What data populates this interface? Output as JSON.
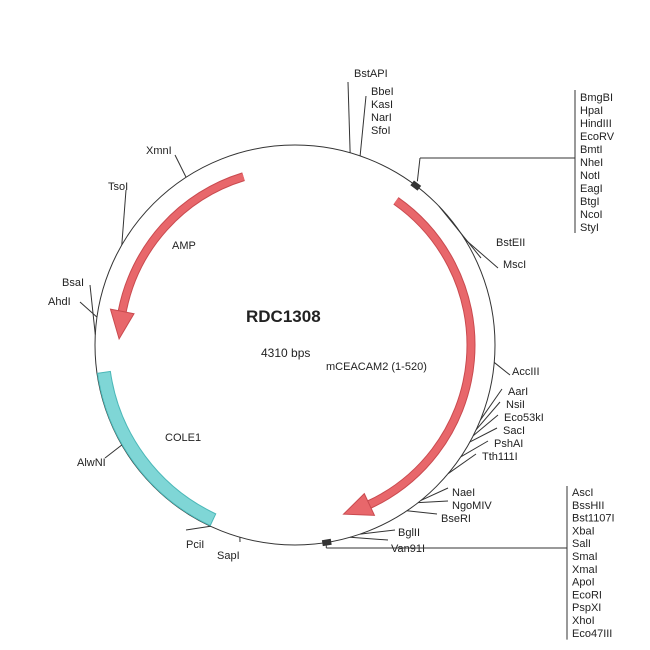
{
  "plasmid": {
    "name": "RDC1308",
    "size": "4310 bps"
  },
  "features": {
    "amp": "AMP",
    "insert": "mCEACAM2 (1-520)",
    "ori": "COLE1"
  },
  "colors": {
    "arrow": "#e8676b",
    "arrow_stroke": "#c94a4f",
    "ori": "#7fd6d6",
    "ori_stroke": "#4bb8b8",
    "line": "#333333"
  },
  "sites": {
    "single": [
      "BstAPI",
      "BstEII",
      "MscI",
      "AccIII",
      "PciI",
      "SapI",
      "AlwNI",
      "BsaI",
      "AhdI",
      "TsoI",
      "XmnI"
    ],
    "top_group": [
      "BbeI",
      "KasI",
      "NarI",
      "SfoI"
    ],
    "right_group": [
      "AarI",
      "NsiI",
      "Eco53kI",
      "SacI",
      "PshAI",
      "Tth111I"
    ],
    "nae_group": [
      "NaeI",
      "NgoMIV",
      "BseRI"
    ],
    "bgl_group": [
      "BglII",
      "Van91I"
    ],
    "mcs1": [
      "BmgBI",
      "HpaI",
      "HindIII",
      "EcoRV",
      "BmtI",
      "NheI",
      "NotI",
      "EagI",
      "BtgI",
      "NcoI",
      "StyI"
    ],
    "mcs2": [
      "AscI",
      "BssHII",
      "Bst1107I",
      "XbaI",
      "SalI",
      "SmaI",
      "XmaI",
      "ApoI",
      "EcoRI",
      "PspXI",
      "XhoI",
      "Eco47III"
    ]
  }
}
